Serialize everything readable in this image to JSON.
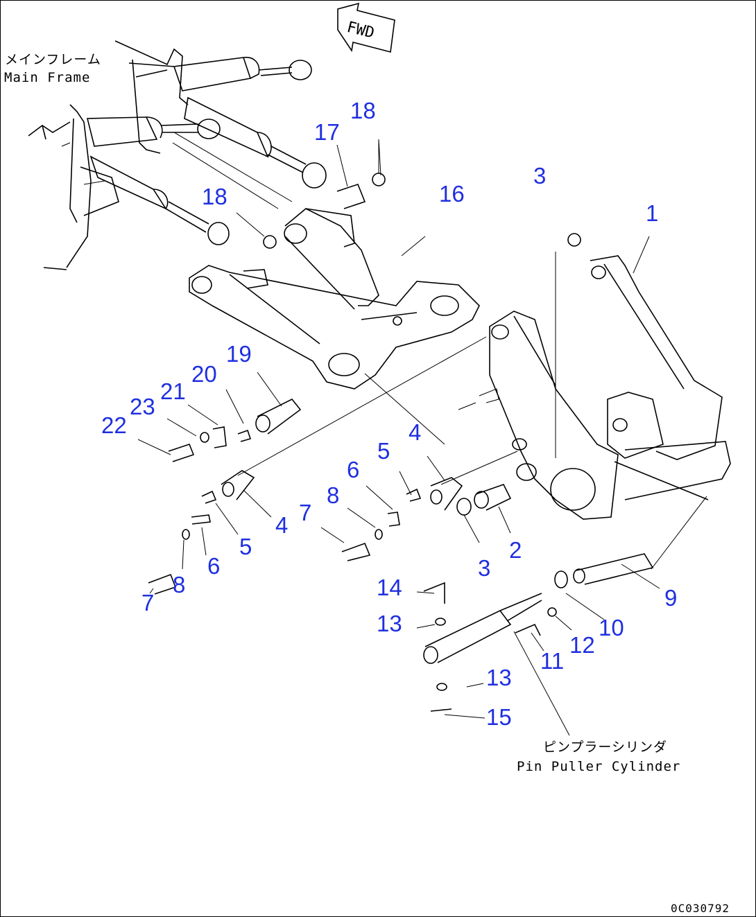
{
  "labels": {
    "main_frame_jp": "メインフレーム",
    "main_frame_en": "Main Frame",
    "fwd": "FWD",
    "pin_puller_jp": "ピンプラーシリンダ",
    "pin_puller_en": "Pin Puller Cylinder",
    "drawing_number": "0C030792"
  },
  "callouts": [
    "1",
    "2",
    "3",
    "3",
    "4",
    "4",
    "5",
    "5",
    "6",
    "6",
    "7",
    "7",
    "8",
    "8",
    "9",
    "10",
    "11",
    "12",
    "13",
    "13",
    "14",
    "15",
    "16",
    "17",
    "18",
    "18",
    "19",
    "20",
    "21",
    "22",
    "23"
  ],
  "colors": {
    "callout": "#1f2fe0",
    "linework": "#000000"
  }
}
